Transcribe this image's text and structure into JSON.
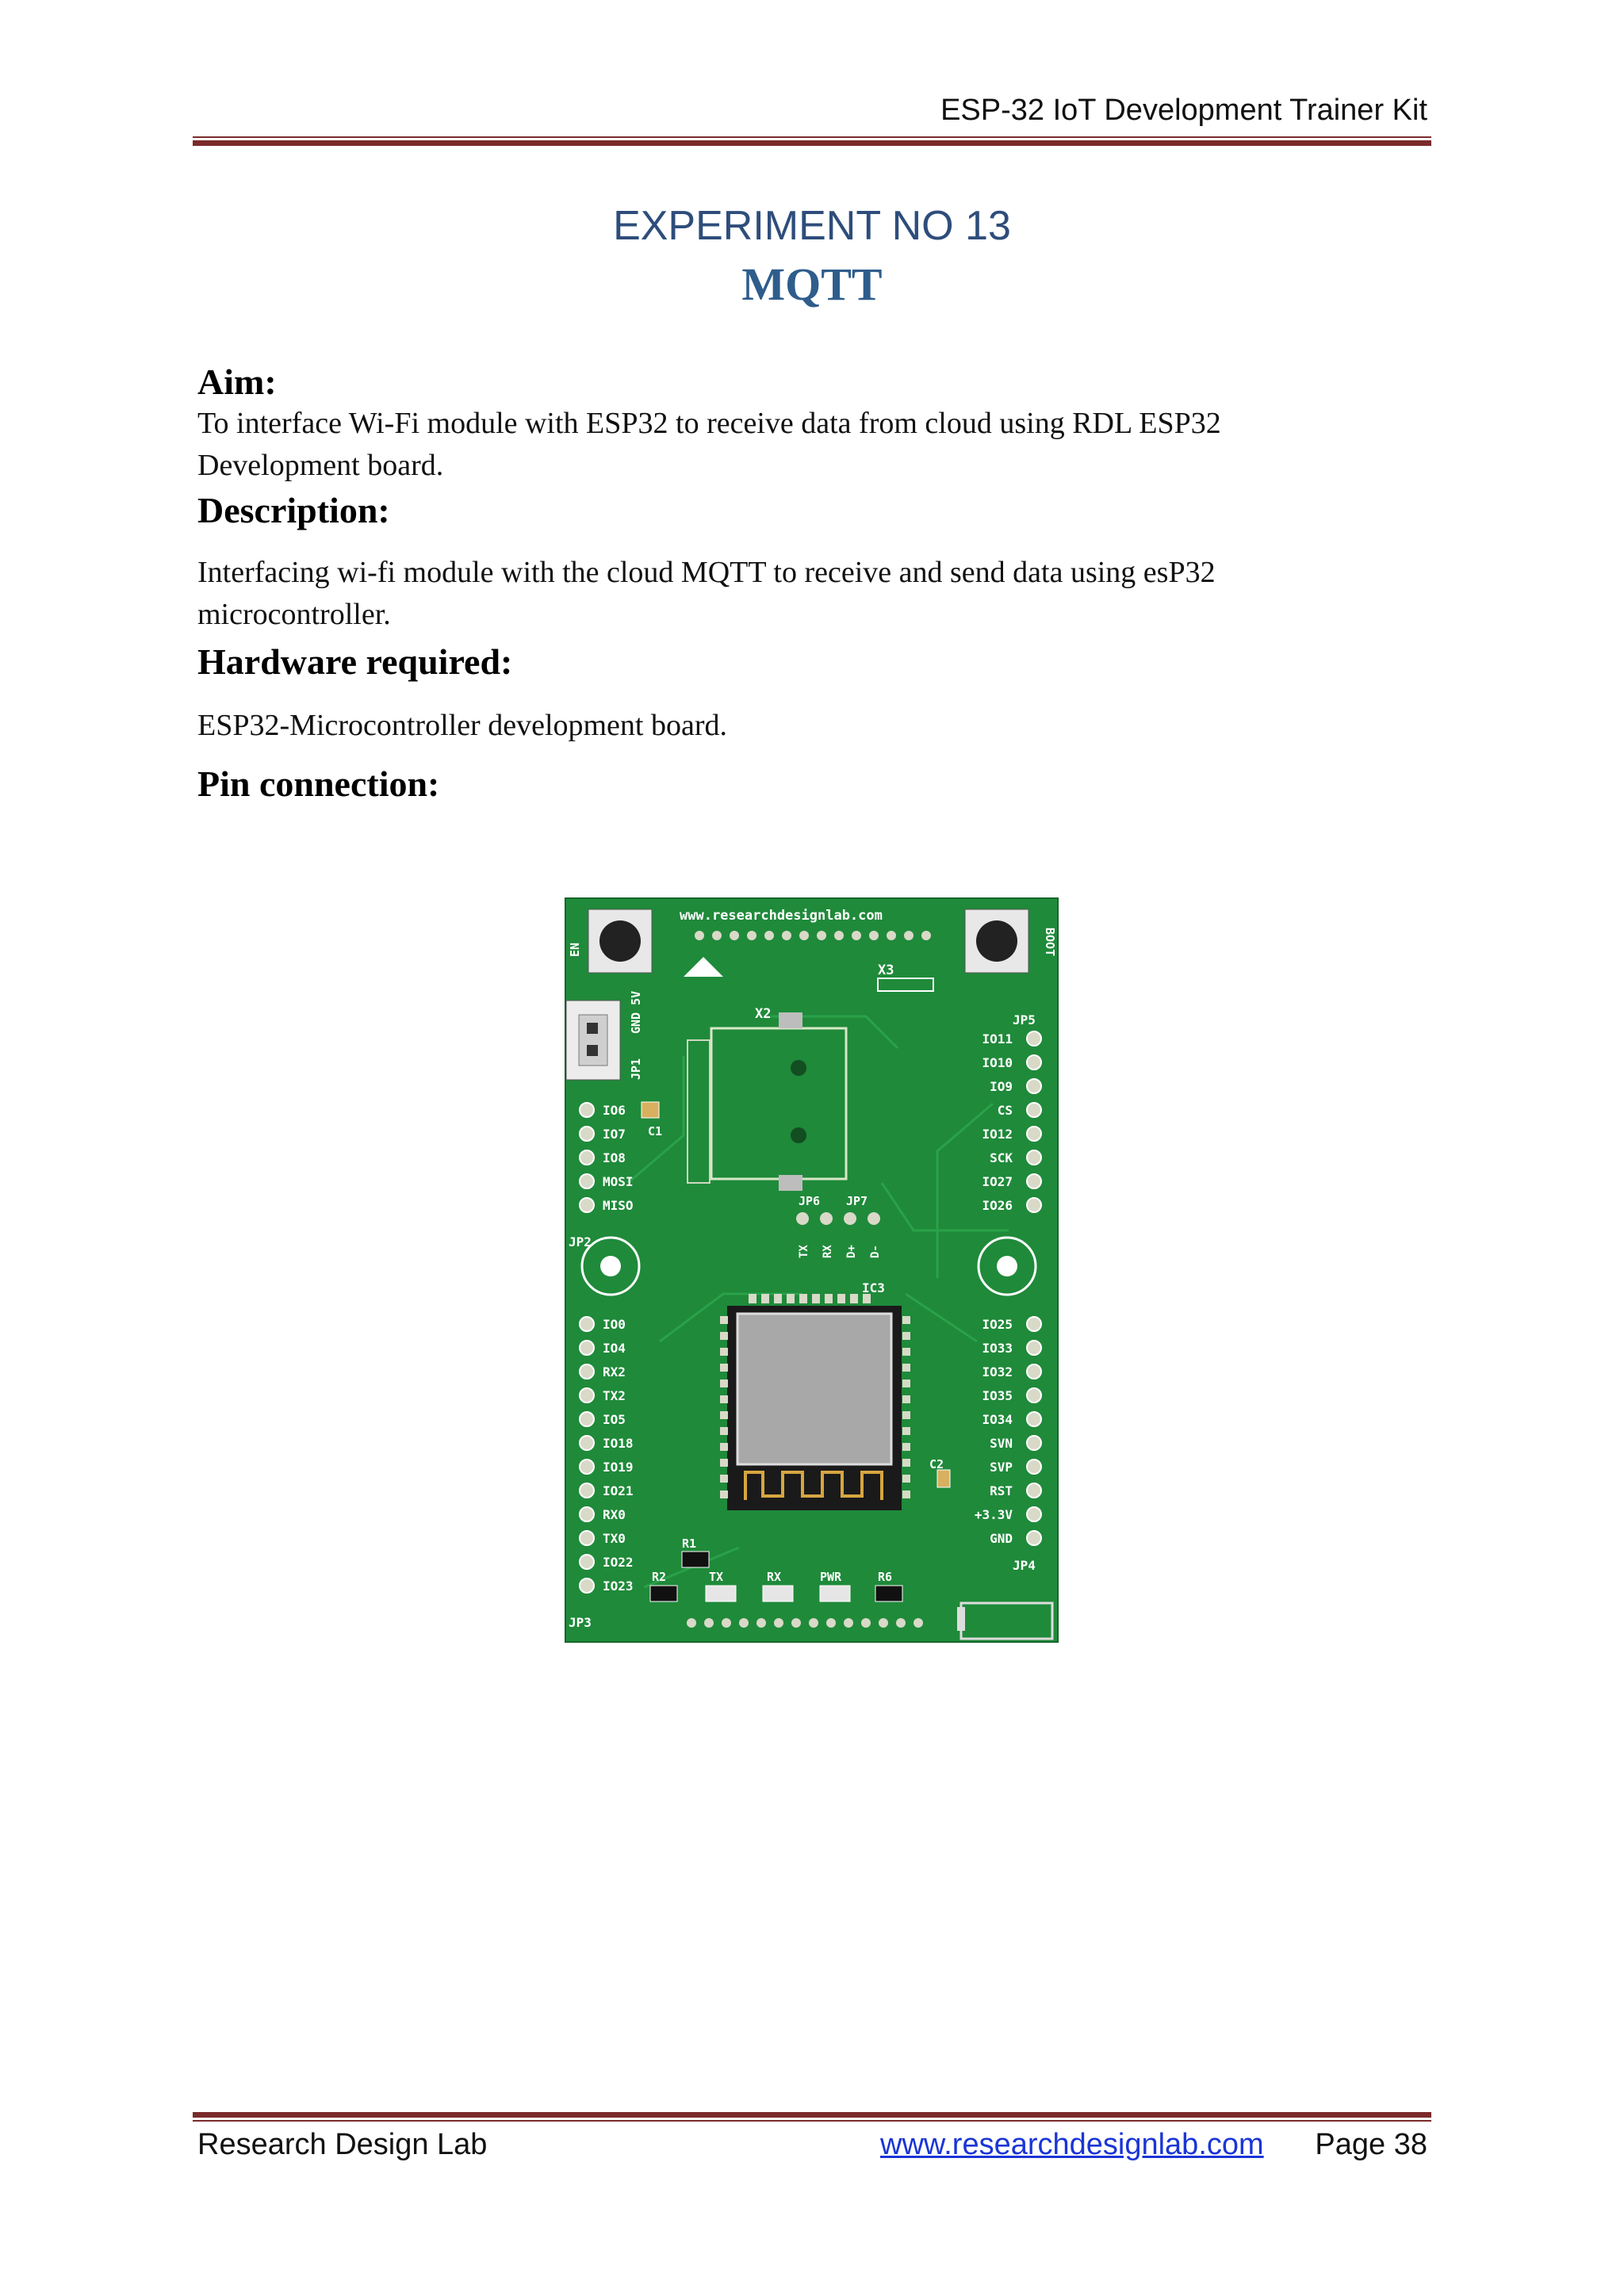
{
  "header": {
    "title": "ESP-32 IoT Development Trainer Kit"
  },
  "experiment": {
    "number_label": "EXPERIMENT NO 13",
    "name": "MQTT"
  },
  "sections": {
    "aim_heading": "Aim:",
    "aim_text": "To interface Wi-Fi module with ESP32 to receive data from cloud using RDL ESP32 Development board.",
    "description_heading": "Description:",
    "description_text": "Interfacing wi-fi module with the cloud MQTT to receive and send data using esP32 microcontroller.",
    "hardware_heading": "Hardware required:",
    "hardware_text": "ESP32-Microcontroller development board.",
    "pin_heading": "Pin connection:"
  },
  "board": {
    "url": "www.researchdesignlab.com",
    "btn_left": "EN",
    "btn_right": "BOOT",
    "x3": "X3",
    "x2": "X2",
    "jp1": "JP1",
    "gnd5v": "GND 5V",
    "c1": "C1",
    "c2": "C2",
    "ic3": "IC3",
    "jp2": "JP2",
    "jp3": "JP3",
    "jp4": "JP4",
    "jp5": "JP5",
    "jp6": "JP6",
    "jp7": "JP7",
    "jp6_pins": [
      "TX",
      "RX"
    ],
    "jp7_pins": [
      "D+",
      "D-"
    ],
    "left_upper_pins": [
      "IO6",
      "IO7",
      "IO8",
      "MOSI",
      "MISO"
    ],
    "left_lower_pins": [
      "IO0",
      "IO4",
      "RX2",
      "TX2",
      "IO5",
      "IO18",
      "IO19",
      "IO21",
      "RX0",
      "TX0",
      "IO22",
      "IO23"
    ],
    "right_upper_pins": [
      "IO11",
      "IO10",
      "IO9",
      "CS",
      "IO12",
      "SCK",
      "IO27",
      "IO26"
    ],
    "right_lower_pins": [
      "IO25",
      "IO33",
      "IO32",
      "IO35",
      "IO34",
      "SVN",
      "SVP",
      "RST",
      "+3.3V",
      "GND"
    ],
    "bottom_labels": [
      "R1",
      "R2",
      "TX",
      "RX",
      "PWR",
      "R6"
    ]
  },
  "footer": {
    "left": "Research Design Lab",
    "link": "www.researchdesignlab.com",
    "page": "Page 38"
  },
  "colors": {
    "pcb_green": "#1f8a3a",
    "rule": "#7b2a2a",
    "title_blue": "#2e4d7b"
  }
}
